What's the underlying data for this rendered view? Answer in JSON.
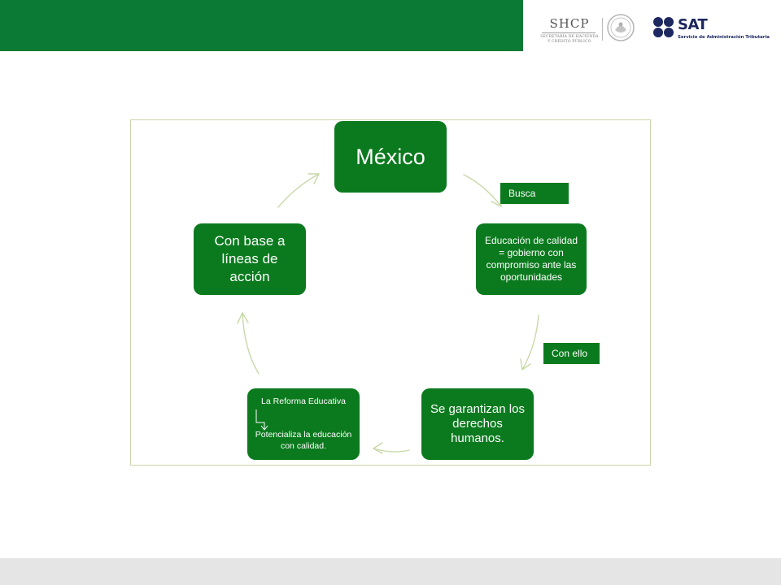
{
  "header": {
    "shcp_title": "SHCP",
    "shcp_subtitle_1": "SECRETARÍA DE HACIENDA",
    "shcp_subtitle_2": "Y CRÉDITO PÚBLICO",
    "sat_title": "SAT",
    "sat_subtitle": "Servicio de Administración Tributaria"
  },
  "diagram": {
    "nodes": {
      "mexico": "México",
      "educacion": "Educación de calidad = gobierno con compromiso ante las oportunidades",
      "derechos": "Se garantizan los derechos humanos.",
      "reforma_line1": "La Reforma Educativa",
      "reforma_line2": "Potencializa la educación con calidad.",
      "base": "Con base a líneas de acción"
    },
    "labels": {
      "busca": "Busca",
      "con_ello": "Con ello"
    }
  },
  "colors": {
    "brand_green": "#0b7a34",
    "node_green": "#0b7a1e",
    "arrow_green": "#c7d9a7",
    "sat_navy": "#1d2860"
  }
}
